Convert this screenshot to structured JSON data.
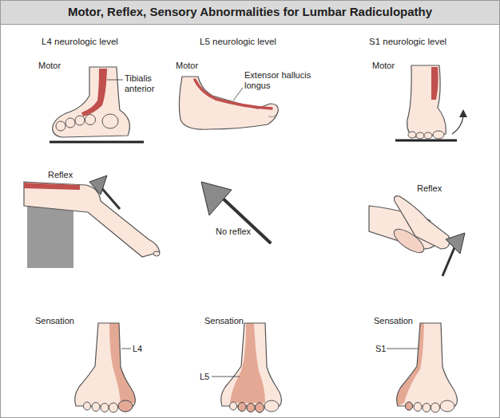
{
  "diagram": {
    "title": "Motor, Reflex, Sensory Abnormalities for Lumbar Radiculopathy",
    "labels": [
      "L4 neurologic level",
      "L5 neurologic level",
      "S1 neurologic level",
      "Motor",
      "Tibialis anterior",
      "Motor",
      "Extensor hallucis longus",
      "Motor",
      "Reflex",
      "No reflex",
      "Reflex",
      "Sensation",
      "L4",
      "Sensation",
      "L5",
      "Sensation",
      "S1"
    ]
  }
}
